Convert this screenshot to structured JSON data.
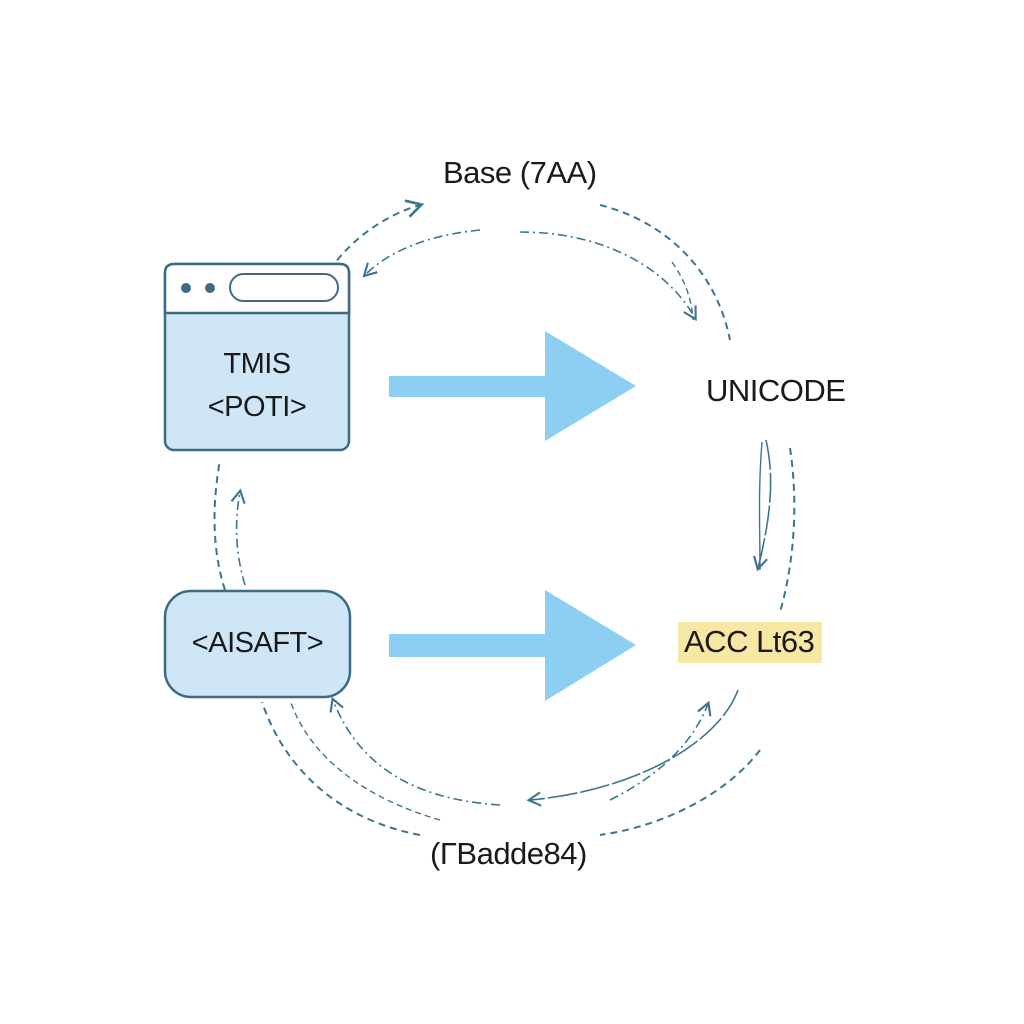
{
  "labels": {
    "top": "Base (7AA)",
    "unicode": "UNICODE",
    "acc": "ACC Lt63",
    "bottom": "(ΓBadde84)"
  },
  "browser_box": {
    "line1": "TMIS",
    "line2": "<POTI>"
  },
  "pill_box": {
    "text": "<AISAFT>"
  },
  "colors": {
    "box_fill": "#cfe6f7",
    "box_stroke": "#3f6a86",
    "arrow_fill": "#8ccff2",
    "dash_stroke": "#3f7490",
    "highlight": "#f6e7a4"
  }
}
